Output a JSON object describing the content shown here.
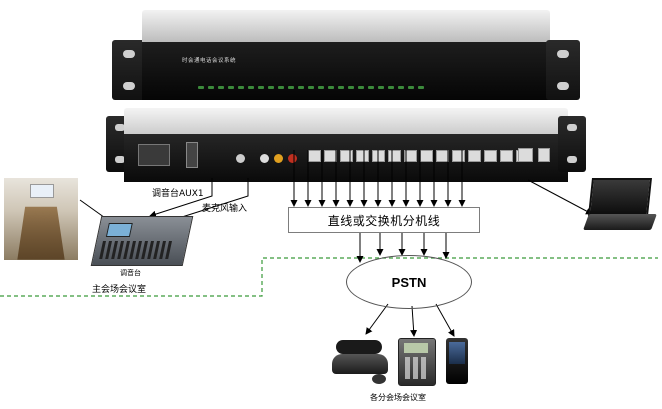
{
  "device_front": {
    "panel_title": "时会通电话会议系统"
  },
  "labels": {
    "mixer_aux": "调音台AUX1",
    "mic_input": "麦克风输入",
    "mixer_name": "调音台",
    "main_room": "主会场会议室",
    "switch_line": "直线或交换机分机线",
    "pstn": "PSTN",
    "branch_rooms": "各分会场会议室"
  },
  "colors": {
    "dashed_divider": "#3a9a3a",
    "arrows": "#000000",
    "box_border": "#7d7d7d"
  },
  "icons": {
    "room_photo": "conference-room-photo-icon",
    "mixer": "audio-mixer-icon",
    "laptop": "laptop-icon",
    "desk_phone": "desk-phone-icon",
    "conference_phone": "conference-phone-icon",
    "mobile_phone": "mobile-phone-icon"
  }
}
